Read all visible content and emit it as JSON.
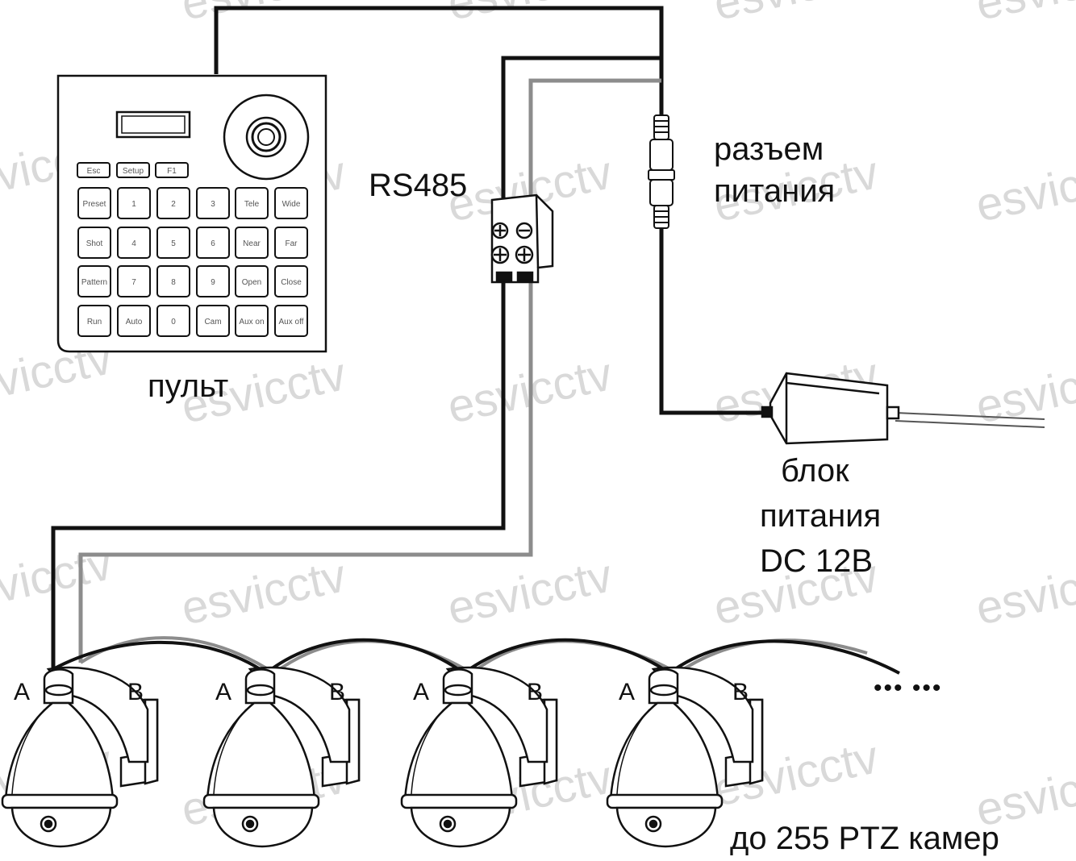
{
  "labels": {
    "rs485": "RS485",
    "connector_line1": "разъем",
    "connector_line2": "питания",
    "controller": "пульт",
    "psu_line1": "блок",
    "psu_line2": "питания",
    "psu_line3": "DC 12В",
    "cameras_caption": "до 255 PTZ камер",
    "continuation": "••• •••"
  },
  "keyboard": {
    "top_keys": [
      "Esc",
      "Setup",
      "F1"
    ],
    "keys": [
      [
        "Preset",
        "1",
        "2",
        "3",
        "Tele",
        "Wide"
      ],
      [
        "Shot",
        "4",
        "5",
        "6",
        "Near",
        "Far"
      ],
      [
        "Pattern",
        "7",
        "8",
        "9",
        "Open",
        "Close"
      ],
      [
        "Run",
        "Auto",
        "0",
        "Cam",
        "Aux on",
        "Aux off"
      ]
    ]
  },
  "terminal": {
    "plus": "⊕",
    "minus": "⊖"
  },
  "cameras": [
    {
      "a": "A",
      "b": "B"
    },
    {
      "a": "A",
      "b": "B"
    },
    {
      "a": "A",
      "b": "B"
    },
    {
      "a": "A",
      "b": "B"
    }
  ],
  "watermark": "esvicctv",
  "colors": {
    "wire_dark": "#111111",
    "wire_gray": "#8c8c8c",
    "watermark": "#d9d9d9"
  }
}
